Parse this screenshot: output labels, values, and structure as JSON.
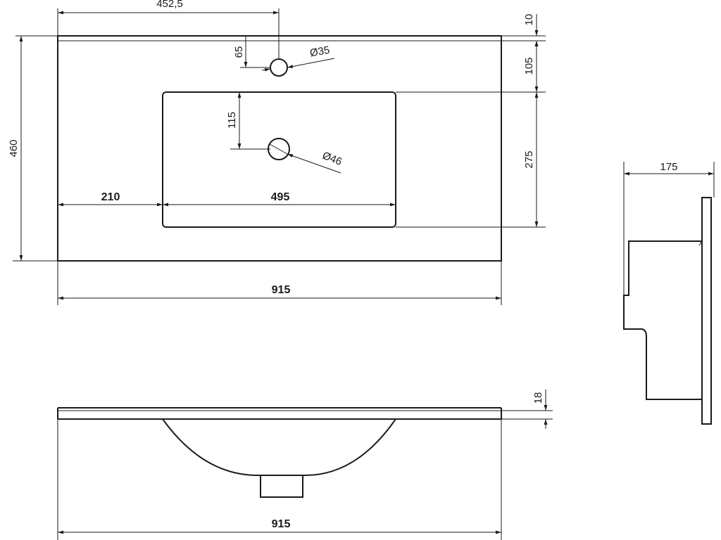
{
  "dimensions": {
    "hole_offset_x": "452,5",
    "top_edge": "10",
    "hole_offset_y": "65",
    "tap_hole_dia": "Ø35",
    "hole_to_bowl": "105",
    "overall_depth": "460",
    "drain_offset_y": "115",
    "drain_dia": "Ø46",
    "bowl_depth": "275",
    "left_ledge": "210",
    "bowl_width": "495",
    "overall_width_top": "915",
    "side_depth": "175",
    "slab_thickness": "18",
    "overall_width_front": "915"
  },
  "colors": {
    "line": "#1a1a1a",
    "background": "#ffffff"
  }
}
